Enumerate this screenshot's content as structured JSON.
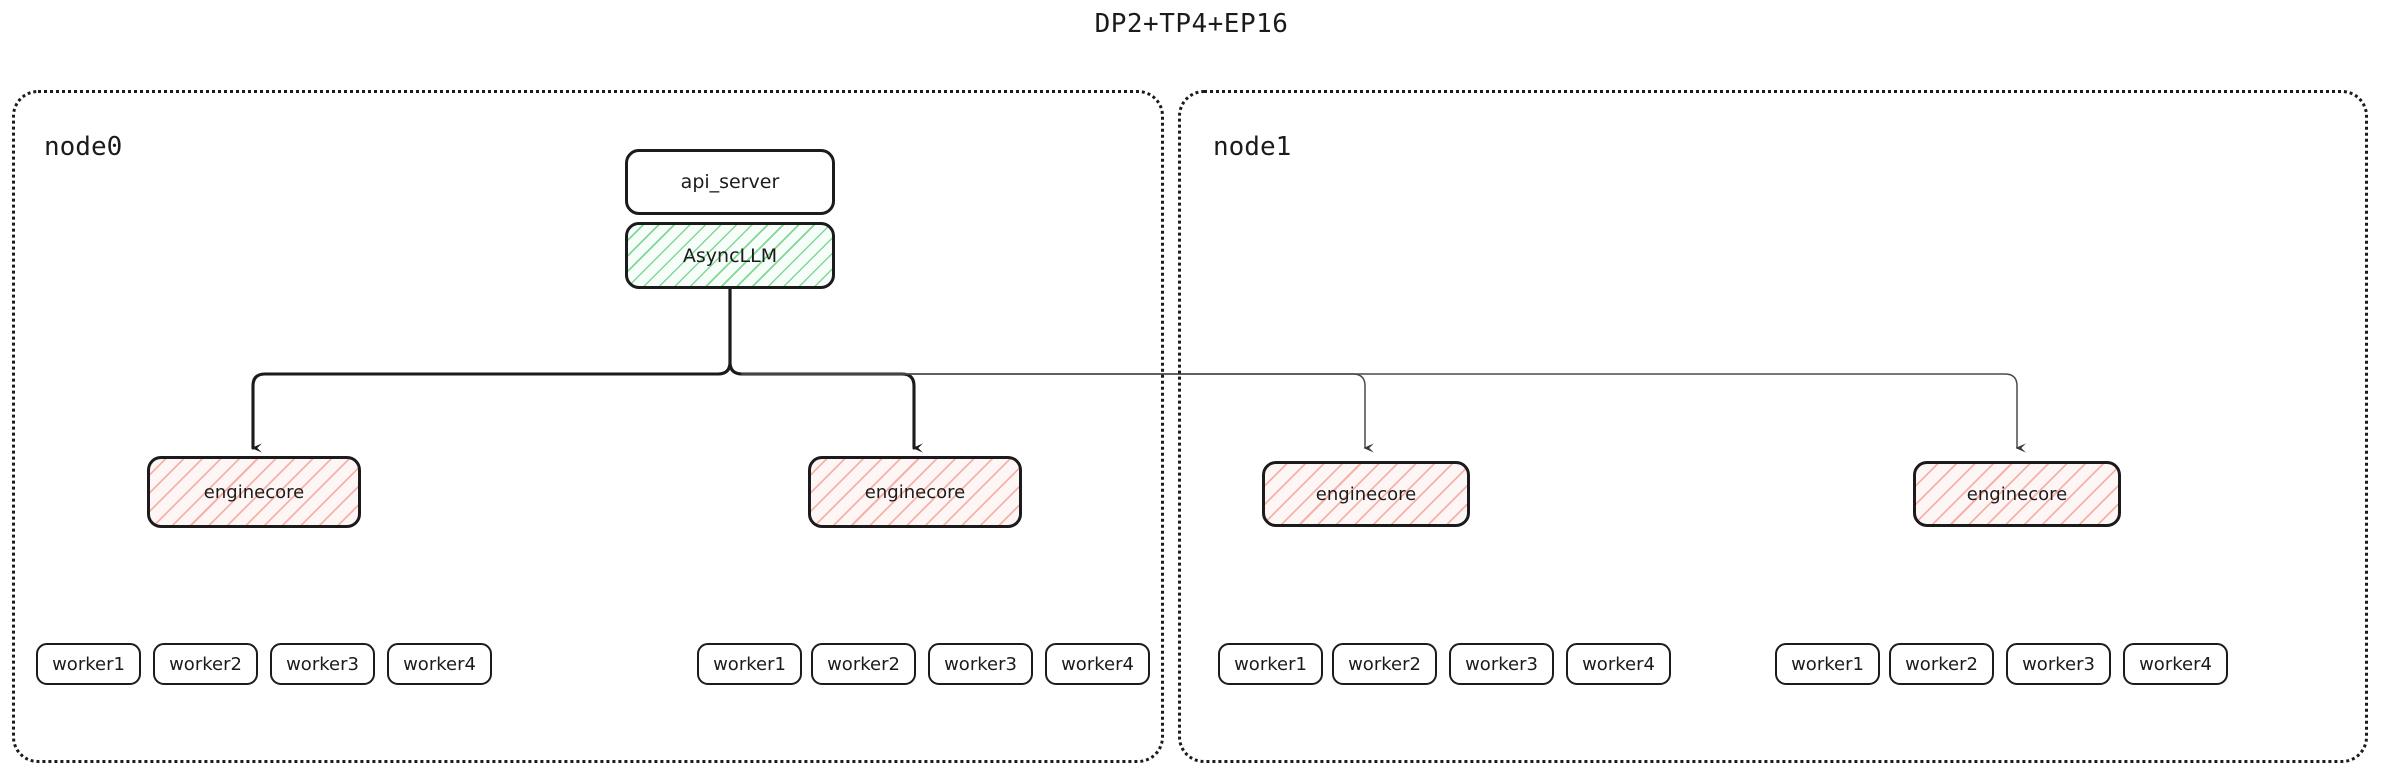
{
  "title": "DP2+TP4+EP16",
  "colors": {
    "stroke": "#1b1b1b",
    "hatch_green": "#6ad186",
    "hatch_pink": "#f4a098",
    "background": "#ffffff"
  },
  "nodes": [
    {
      "id": "node0",
      "label": "node0",
      "frontend": {
        "api_server": "api_server",
        "async_llm": "AsyncLLM"
      },
      "enginecores": [
        {
          "label": "enginecore",
          "workers": [
            "worker1",
            "worker2",
            "worker3",
            "worker4"
          ]
        },
        {
          "label": "enginecore",
          "workers": [
            "worker1",
            "worker2",
            "worker3",
            "worker4"
          ]
        }
      ]
    },
    {
      "id": "node1",
      "label": "node1",
      "enginecores": [
        {
          "label": "enginecore",
          "workers": [
            "worker1",
            "worker2",
            "worker3",
            "worker4"
          ]
        },
        {
          "label": "enginecore",
          "workers": [
            "worker1",
            "worker2",
            "worker3",
            "worker4"
          ]
        }
      ]
    }
  ]
}
